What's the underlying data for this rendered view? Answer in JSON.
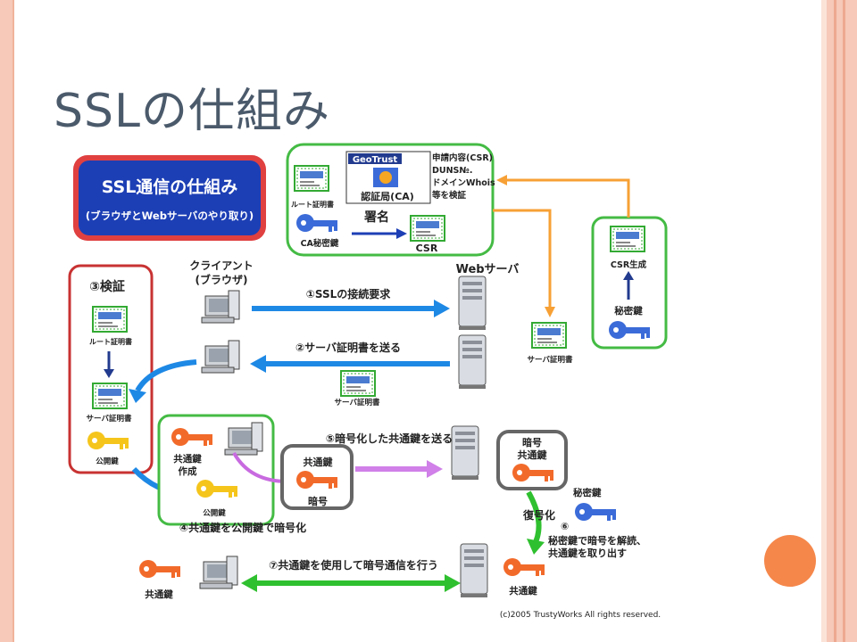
{
  "slide": {
    "title": "SSLの仕組み"
  },
  "diagram": {
    "banner_title": "SSL通信の仕組み",
    "banner_subtitle": "(ブラウザとWebサーバのやり取り)",
    "ca": {
      "root_cert": "ルート証明書",
      "ca_private_key": "CA秘密鍵",
      "geotrust": "GeoTrust",
      "authority": "認証局(CA)",
      "verify_1": "申請内容(CSR)",
      "verify_2": "DUNS№.",
      "verify_3": "ドメインWhois",
      "verify_4": "等を検証",
      "sign": "署名",
      "csr": "CSR"
    },
    "csr_box": {
      "csr_gen": "CSR生成",
      "private_key": "秘密鍵"
    },
    "client": "クライアント",
    "browser": "(ブラウザ)",
    "web_server": "Webサーバ",
    "step1": "①SSLの接続要求",
    "step2": "②サーバ証明書を送る",
    "server_cert": "サーバ証明書",
    "verify_box": {
      "title": "③検証",
      "root_cert": "ルート証明書",
      "server_cert": "サーバ証明書",
      "public_key": "公開鍵"
    },
    "step4_box": {
      "common_key": "共通鍵",
      "create": "作成",
      "public_key": "公開鍵"
    },
    "step4": "④共通鍵を公開鍵で暗号化",
    "step5": "⑤暗号化した共通鍵を送る",
    "enc_box_left": {
      "common_key": "共通鍵",
      "encrypted": "暗号"
    },
    "enc_box_right": {
      "encrypted": "暗号",
      "common_key": "共通鍵"
    },
    "decrypt": "復号化",
    "step6_num": "⑥",
    "step6_line1": "秘密鍵で暗号を解読、",
    "step6_line2": "共通鍵を取り出す",
    "right_private_key": "秘密鍵",
    "step7": "⑦共通鍵を使用して暗号通信を行う",
    "client_common_key": "共通鍵",
    "server_common_key": "共通鍵",
    "copyright": "(c)2005 TrustyWorks All rights reserved."
  }
}
